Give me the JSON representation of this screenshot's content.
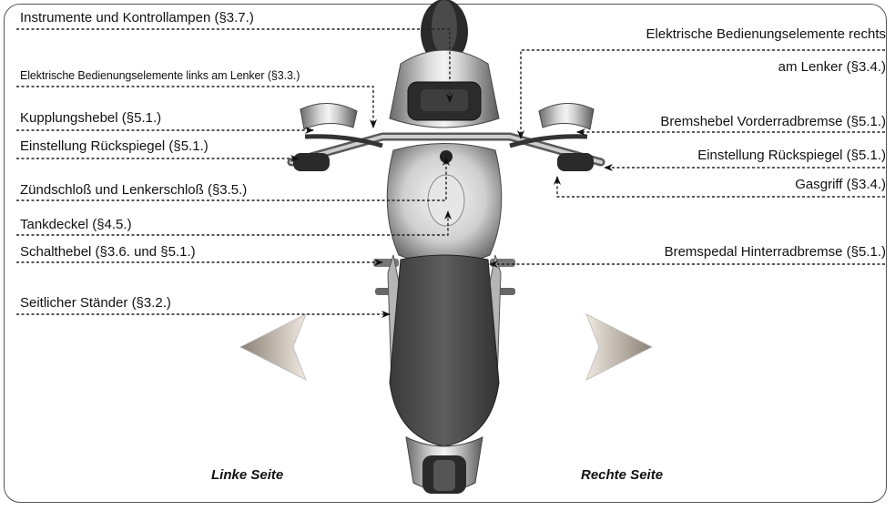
{
  "labels_left": [
    "Instrumente und Kontrollampen (§3.7.)",
    "Elektrische Bedienungselemente links am Lenker (§3.3.)",
    "Kupplungshebel (§5.1.)",
    "Einstellung Rückspiegel (§5.1.)",
    "Zündschloß und Lenkerschloß (§3.5.)",
    "Tankdeckel (§4.5.)",
    "Schalthebel (§3.6. und §5.1.)",
    "Seitlicher Ständer (§3.2.)"
  ],
  "labels_right": {
    "elec_right_line1": "Elektrische Bedienungselemente rechts",
    "elec_right_line2": "am Lenker (§3.4.)",
    "front_brake": "Bremshebel Vorderradbremse (§5.1.)",
    "mirror_right": "Einstellung Rückspiegel (§5.1.)",
    "throttle": "Gasgriff (§3.4.)",
    "rear_brake": "Bremspedal Hinterradbremse (§5.1.)"
  },
  "sides": {
    "left": "Linke Seite",
    "right": "Rechte Seite"
  },
  "colors": {
    "frame": "#555555",
    "leader": "#222222",
    "arrow_fill_light": "#e7e0d6",
    "arrow_fill_dark": "#8a7f74"
  }
}
